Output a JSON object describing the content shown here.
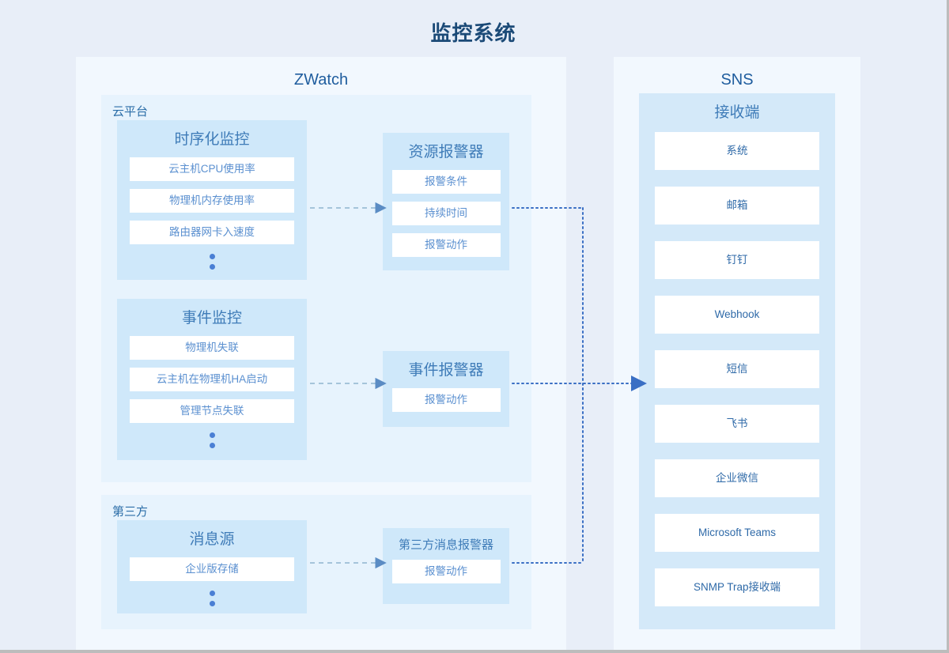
{
  "title": "监控系统",
  "panels": {
    "zwatch": {
      "title": "ZWatch"
    },
    "sns": {
      "title": "SNS"
    }
  },
  "groups": {
    "cloud": {
      "label": "云平台"
    },
    "third_party": {
      "label": "第三方"
    }
  },
  "boxes": {
    "metric_monitor": {
      "title": "时序化监控",
      "items": [
        "云主机CPU使用率",
        "物理机内存使用率",
        "路由器网卡入速度"
      ],
      "more": true
    },
    "event_monitor": {
      "title": "事件监控",
      "items": [
        "物理机失联",
        "云主机在物理机HA启动",
        "管理节点失联"
      ],
      "more": true
    },
    "message_source": {
      "title": "消息源",
      "items": [
        "企业版存储"
      ],
      "more": true
    },
    "resource_alarm": {
      "title": "资源报警器",
      "items": [
        "报警条件",
        "持续时间",
        "报警动作"
      ]
    },
    "event_alarm": {
      "title": "事件报警器",
      "items": [
        "报警动作"
      ]
    },
    "third_party_alarm": {
      "title": "第三方消息报警器",
      "items": [
        "报警动作"
      ]
    },
    "receivers": {
      "title": "接收端",
      "items": [
        "系统",
        "邮箱",
        "钉钉",
        "Webhook",
        "短信",
        "飞书",
        "企业微信",
        "Microsoft Teams",
        "SNMP Trap接收端"
      ]
    }
  },
  "colors": {
    "page_background": "#e8eef8",
    "panel_outer": "#f2f8fe",
    "group_background": "#e7f3fd",
    "box_background": "#cfe8fa",
    "receiver_box_background": "#d4e9f9",
    "item_background": "#ffffff",
    "title_text": "#1b4a77",
    "panel_title_text": "#1f5d9e",
    "box_title_text": "#3f7cb8",
    "item_text": "#5b90d0",
    "dashed_connector": "#8fb4cf",
    "dotted_connector": "#3a6fc4",
    "ellipsis_dot": "#4a7fd4"
  },
  "connectors": {
    "dashed_arrows": [
      "时序化监控 → 资源报警器",
      "事件监控 → 事件报警器",
      "消息源 → 第三方消息报警器"
    ],
    "dotted_arrows": [
      "资源报警器 → 接收端",
      "事件报警器 → 接收端",
      "第三方消息报警器 → 接收端"
    ]
  }
}
